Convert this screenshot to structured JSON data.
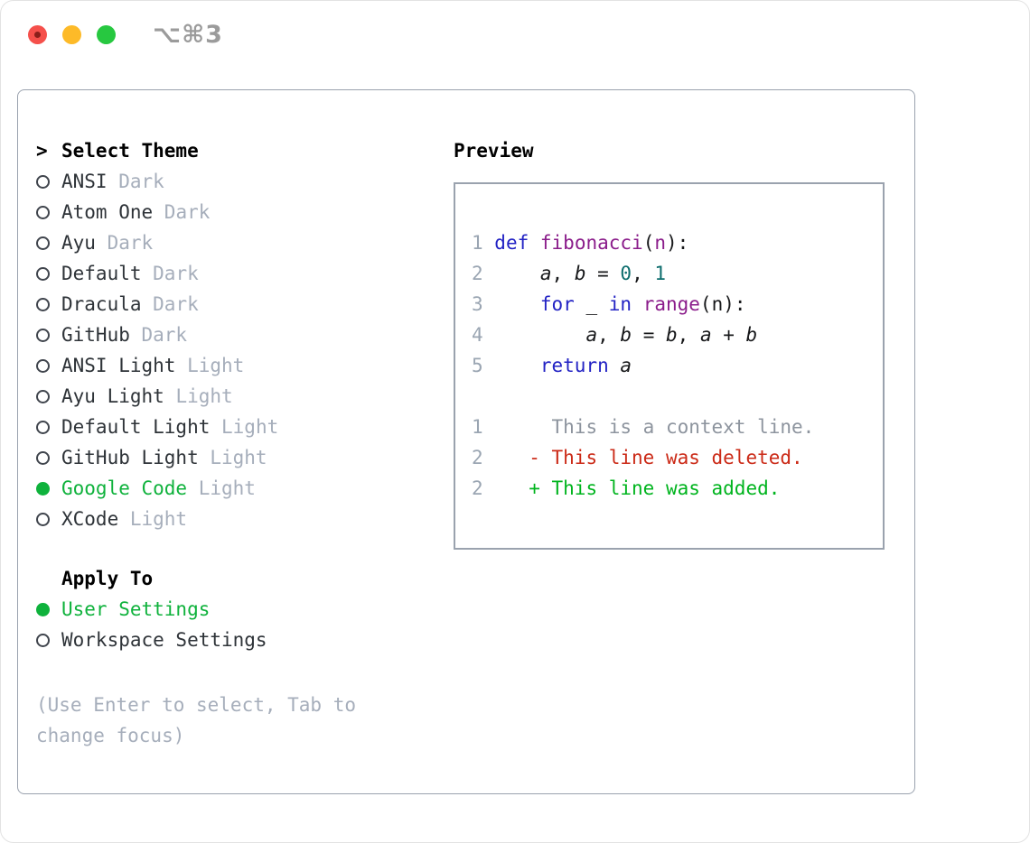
{
  "titlebar": {
    "shortcut": "⌥⌘3",
    "traffic_lights": [
      {
        "name": "close"
      },
      {
        "name": "minimize"
      },
      {
        "name": "zoom"
      }
    ]
  },
  "theme_menu": {
    "header_prefix": ">",
    "header": "Select Theme",
    "items": [
      {
        "name": "ANSI",
        "variant": "Dark",
        "selected": false
      },
      {
        "name": "Atom One",
        "variant": "Dark",
        "selected": false
      },
      {
        "name": "Ayu",
        "variant": "Dark",
        "selected": false
      },
      {
        "name": "Default",
        "variant": "Dark",
        "selected": false
      },
      {
        "name": "Dracula",
        "variant": "Dark",
        "selected": false
      },
      {
        "name": "GitHub",
        "variant": "Dark",
        "selected": false
      },
      {
        "name": "ANSI Light",
        "variant": "Light",
        "selected": false
      },
      {
        "name": "Ayu Light",
        "variant": "Light",
        "selected": false
      },
      {
        "name": "Default Light",
        "variant": "Light",
        "selected": false
      },
      {
        "name": "GitHub Light",
        "variant": "Light",
        "selected": false
      },
      {
        "name": "Google Code",
        "variant": "Light",
        "selected": true
      },
      {
        "name": "XCode",
        "variant": "Light",
        "selected": false
      }
    ]
  },
  "apply_to": {
    "header": "Apply To",
    "options": [
      {
        "label": "User Settings",
        "selected": true
      },
      {
        "label": "Workspace Settings",
        "selected": false
      }
    ]
  },
  "hint": "(Use Enter to select, Tab to change focus)",
  "preview": {
    "title": "Preview",
    "code_lines": [
      {
        "num": "1",
        "tokens": [
          [
            "def",
            "kw"
          ],
          [
            " ",
            "pln"
          ],
          [
            "fibonacci",
            "fn"
          ],
          [
            "(",
            "pln"
          ],
          [
            "n",
            "fn"
          ],
          [
            "):",
            "pln"
          ]
        ]
      },
      {
        "num": "2",
        "tokens": [
          [
            "    ",
            "pln"
          ],
          [
            "a",
            "var"
          ],
          [
            ", ",
            "pln"
          ],
          [
            "b",
            "var"
          ],
          [
            " = ",
            "pln"
          ],
          [
            "0",
            "lit"
          ],
          [
            ", ",
            "pln"
          ],
          [
            "1",
            "lit"
          ]
        ]
      },
      {
        "num": "3",
        "tokens": [
          [
            "    ",
            "pln"
          ],
          [
            "for",
            "kw"
          ],
          [
            " _ ",
            "pln"
          ],
          [
            "in",
            "kw"
          ],
          [
            " ",
            "pln"
          ],
          [
            "range",
            "fn"
          ],
          [
            "(n):",
            "pln"
          ]
        ]
      },
      {
        "num": "4",
        "tokens": [
          [
            "        ",
            "pln"
          ],
          [
            "a",
            "var"
          ],
          [
            ", ",
            "pln"
          ],
          [
            "b",
            "var"
          ],
          [
            " = ",
            "pln"
          ],
          [
            "b",
            "var"
          ],
          [
            ", ",
            "pln"
          ],
          [
            "a",
            "var"
          ],
          [
            " + ",
            "pln"
          ],
          [
            "b",
            "var"
          ]
        ]
      },
      {
        "num": "5",
        "tokens": [
          [
            "    ",
            "pln"
          ],
          [
            "return",
            "kw"
          ],
          [
            " ",
            "pln"
          ],
          [
            "a",
            "var"
          ]
        ]
      }
    ],
    "diff_lines": [
      {
        "num": "1",
        "marker": "",
        "text": "This is a context line.",
        "kind": "context"
      },
      {
        "num": "2",
        "marker": "-",
        "text": "This line was deleted.",
        "kind": "deleted"
      },
      {
        "num": "2",
        "marker": "+",
        "text": "This line was added.",
        "kind": "added"
      }
    ]
  },
  "colors": {
    "accent_green": "#0fb23c",
    "diff_red": "#cb2a17",
    "diff_green": "#00b41e",
    "syn_keyword": "#2323c4",
    "syn_function": "#8b1d8b",
    "syn_literal": "#0d6d6d",
    "syn_plain": "#17181a",
    "line_number": "#9aa5b2",
    "context_gray": "#8d949e",
    "secondary_text": "#a6aebb",
    "primary_text": "#2e3338",
    "panel_border": "#9aa2ae",
    "traffic_red": "#f5504b",
    "traffic_red_dot": "#8a1f1a",
    "traffic_yellow": "#fdba28",
    "traffic_green": "#27c840",
    "shortcut_gray": "#9b9b9b"
  }
}
